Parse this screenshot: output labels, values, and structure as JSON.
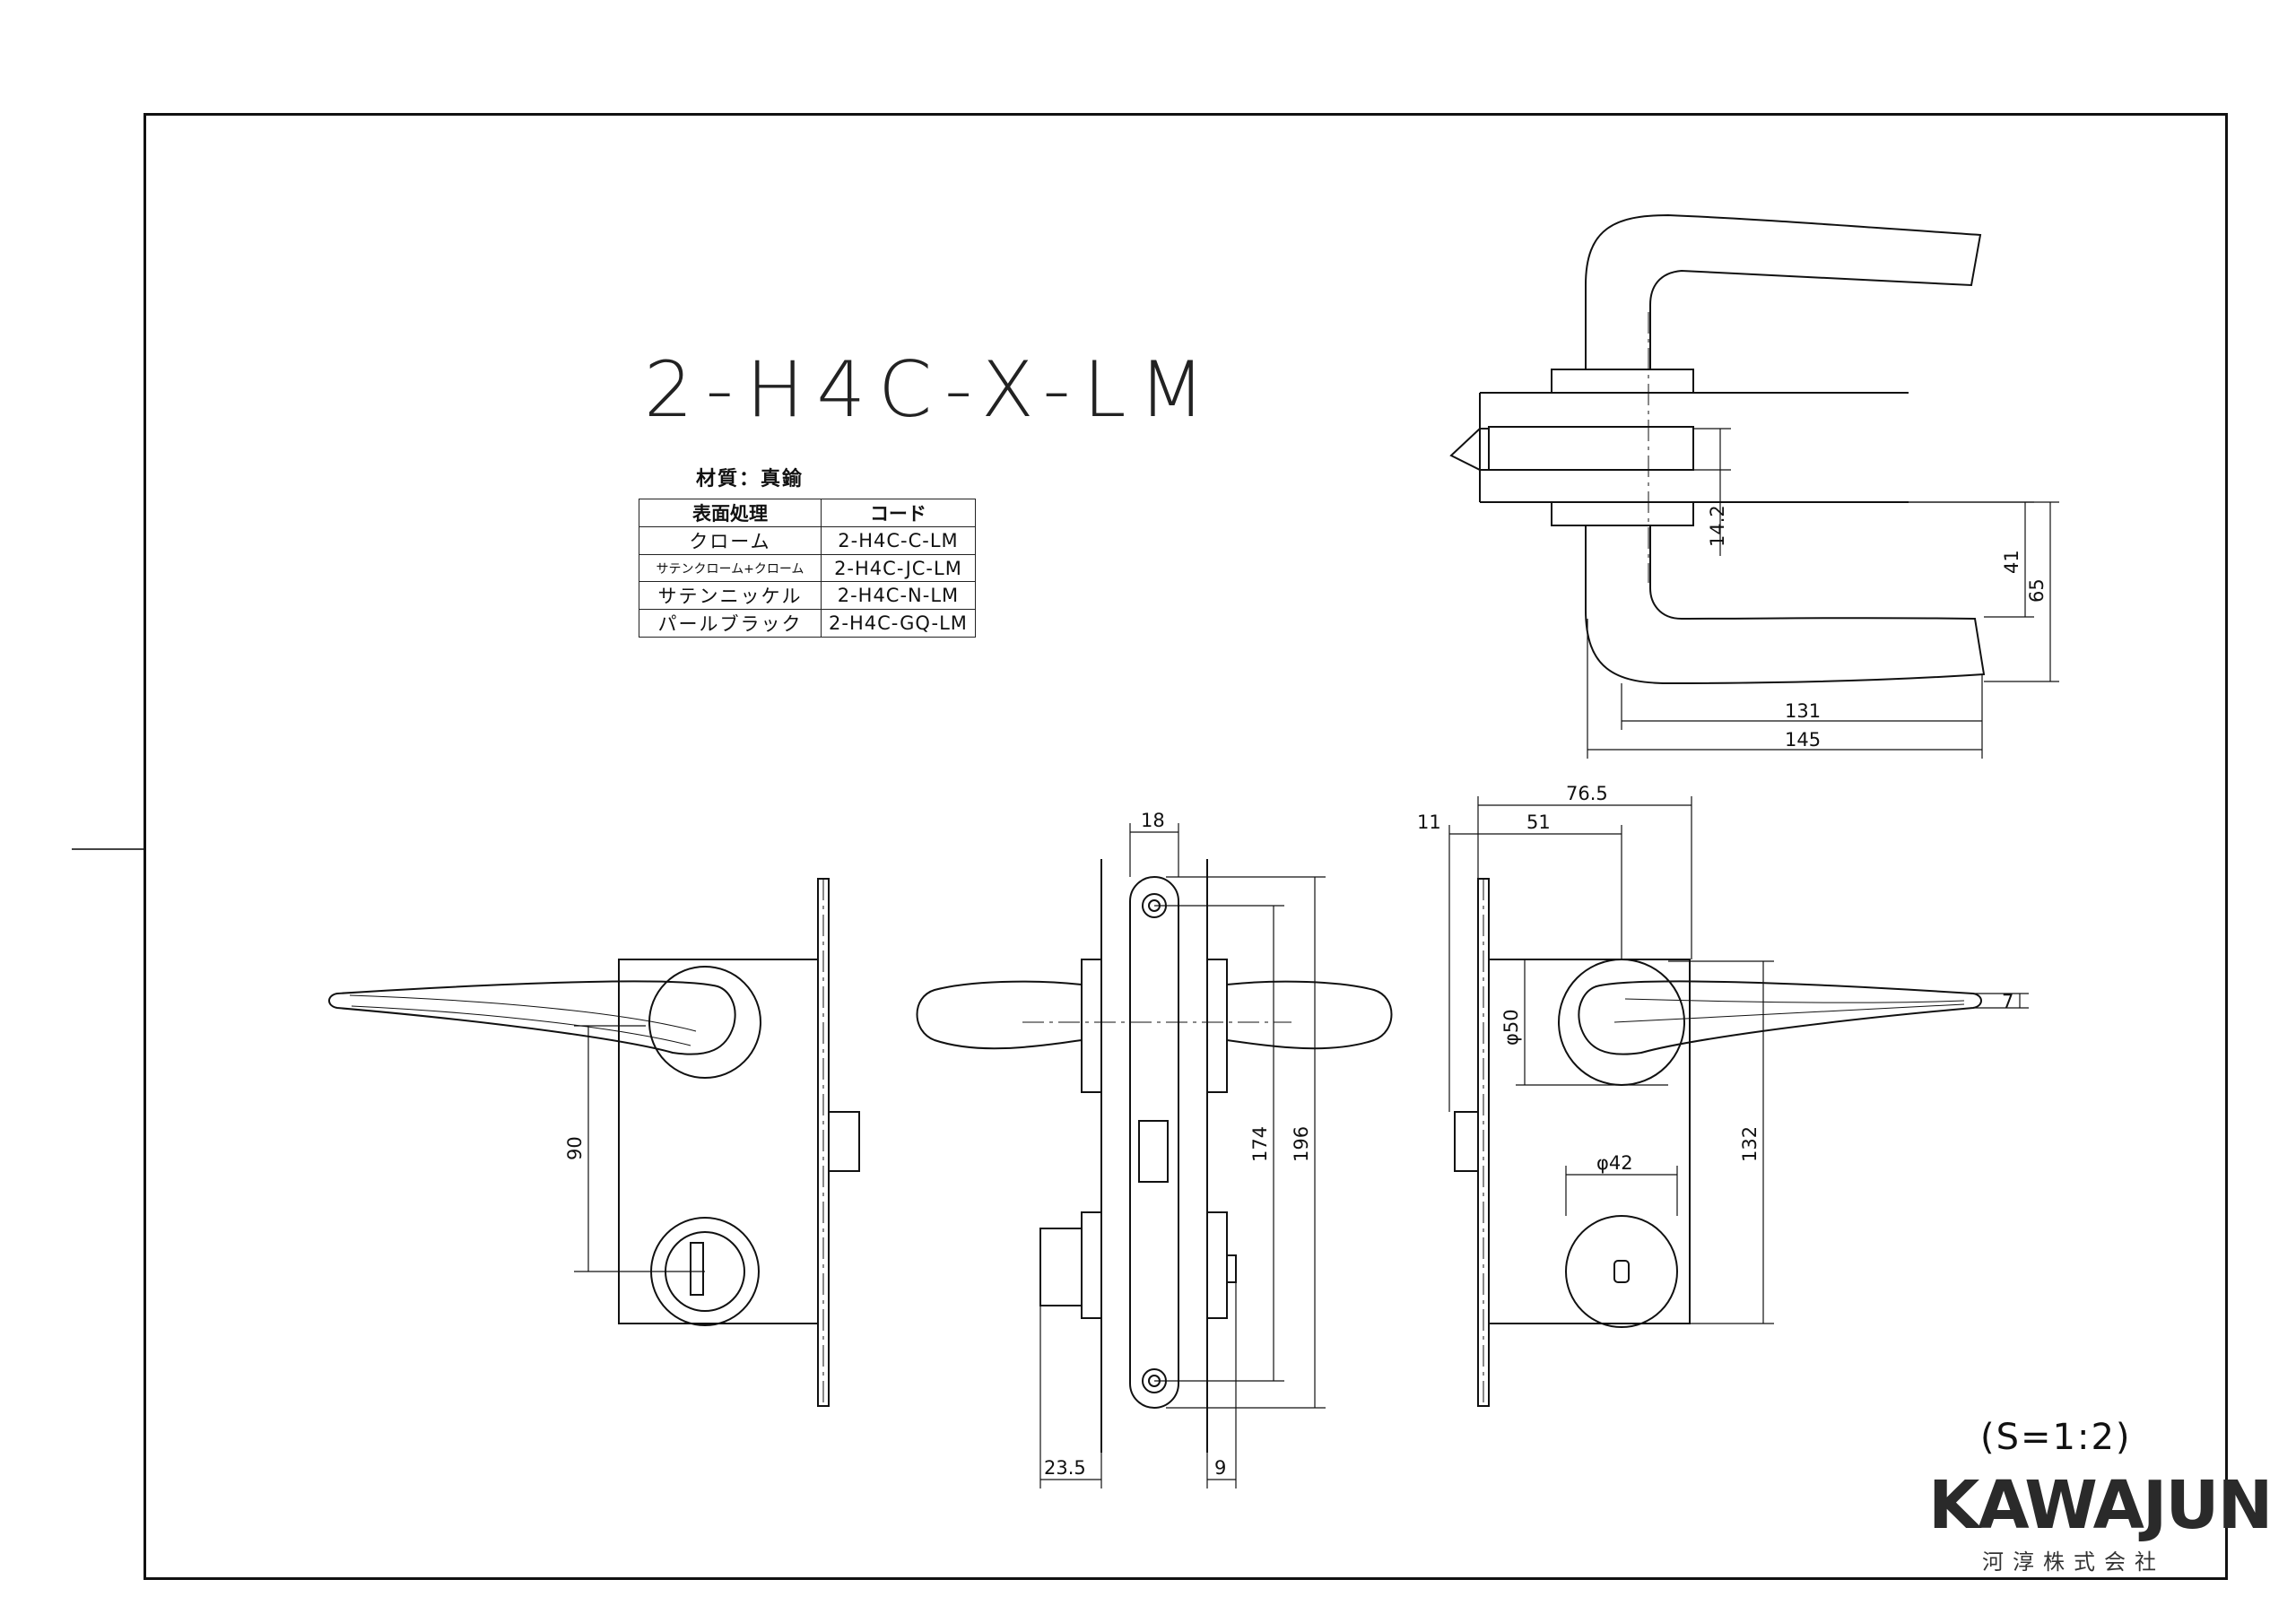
{
  "model": "2-H4C-X-LM",
  "material": "材質：真鍮",
  "finish_table": {
    "headers": [
      "表面処理",
      "コード"
    ],
    "rows": [
      {
        "finish": "クローム",
        "code": "2-H4C-C-LM"
      },
      {
        "finish": "サテンクローム+クローム",
        "code": "2-H4C-JC-LM"
      },
      {
        "finish": "サテンニッケル",
        "code": "2-H4C-N-LM"
      },
      {
        "finish": "パールブラック",
        "code": "2-H4C-GQ-LM"
      }
    ]
  },
  "dimensions": {
    "top_view": {
      "d1": "14.2",
      "d2": "41",
      "d3": "65",
      "d4": "131",
      "d5": "145"
    },
    "left_view": {
      "d1": "90"
    },
    "side_view": {
      "d1": "18",
      "d2": "174",
      "d3": "196",
      "d4": "23.5",
      "d5": "9"
    },
    "front_view": {
      "d1": "76.5",
      "d2": "11",
      "d3": "51",
      "d4": "φ50",
      "d5": "7",
      "d6": "132",
      "d7": "φ42"
    }
  },
  "scale": "(S=1:2)",
  "brand": {
    "name": "KAWAJUN",
    "subtitle": "河淳株式会社"
  }
}
